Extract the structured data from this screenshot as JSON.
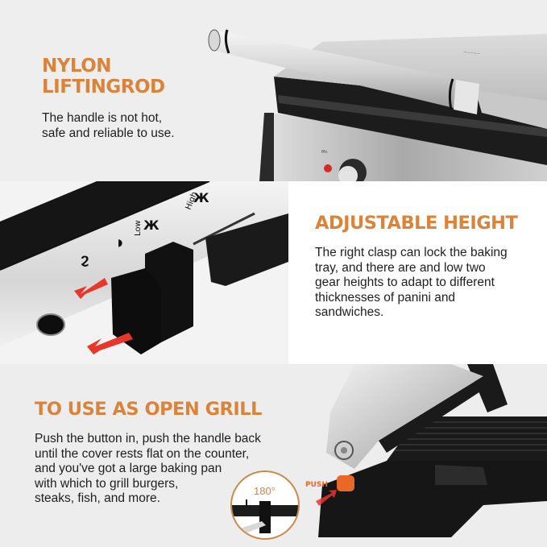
{
  "sections": [
    {
      "id": "nylon-liftingrod",
      "heading_lines": [
        "NYLON",
        "LIFTINGROD"
      ],
      "body_lines": [
        "The handle is not hot,",
        "safe and reliable to use."
      ]
    },
    {
      "id": "adjustable-height",
      "heading": "ADJUSTABLE HEIGHT",
      "body_lines": [
        "The right clasp can lock the baking",
        "tray, and there are  and low two",
        "gear heights to adapt to different",
        "thicknesses of panini and",
        "sandwiches."
      ],
      "photo_labels": {
        "low": "Low",
        "high": "High"
      }
    },
    {
      "id": "open-grill",
      "heading": "TO USE AS OPEN GRILL",
      "body_lines": [
        "Push the button in, push the handle back",
        "until the cover rests flat on the counter,",
        "and you've got a large baking pan",
        "with which to grill burgers,",
        "steaks, fish, and more."
      ],
      "photo_labels": {
        "angle": "180°",
        "push": "PUSH"
      }
    }
  ],
  "colors": {
    "accent_orange": "#d9843a",
    "push_button": "#e8682a",
    "arrow_red": "#e8362a",
    "text_dark": "#1e1e1e",
    "panel_bg_light": "#eeeeee"
  }
}
